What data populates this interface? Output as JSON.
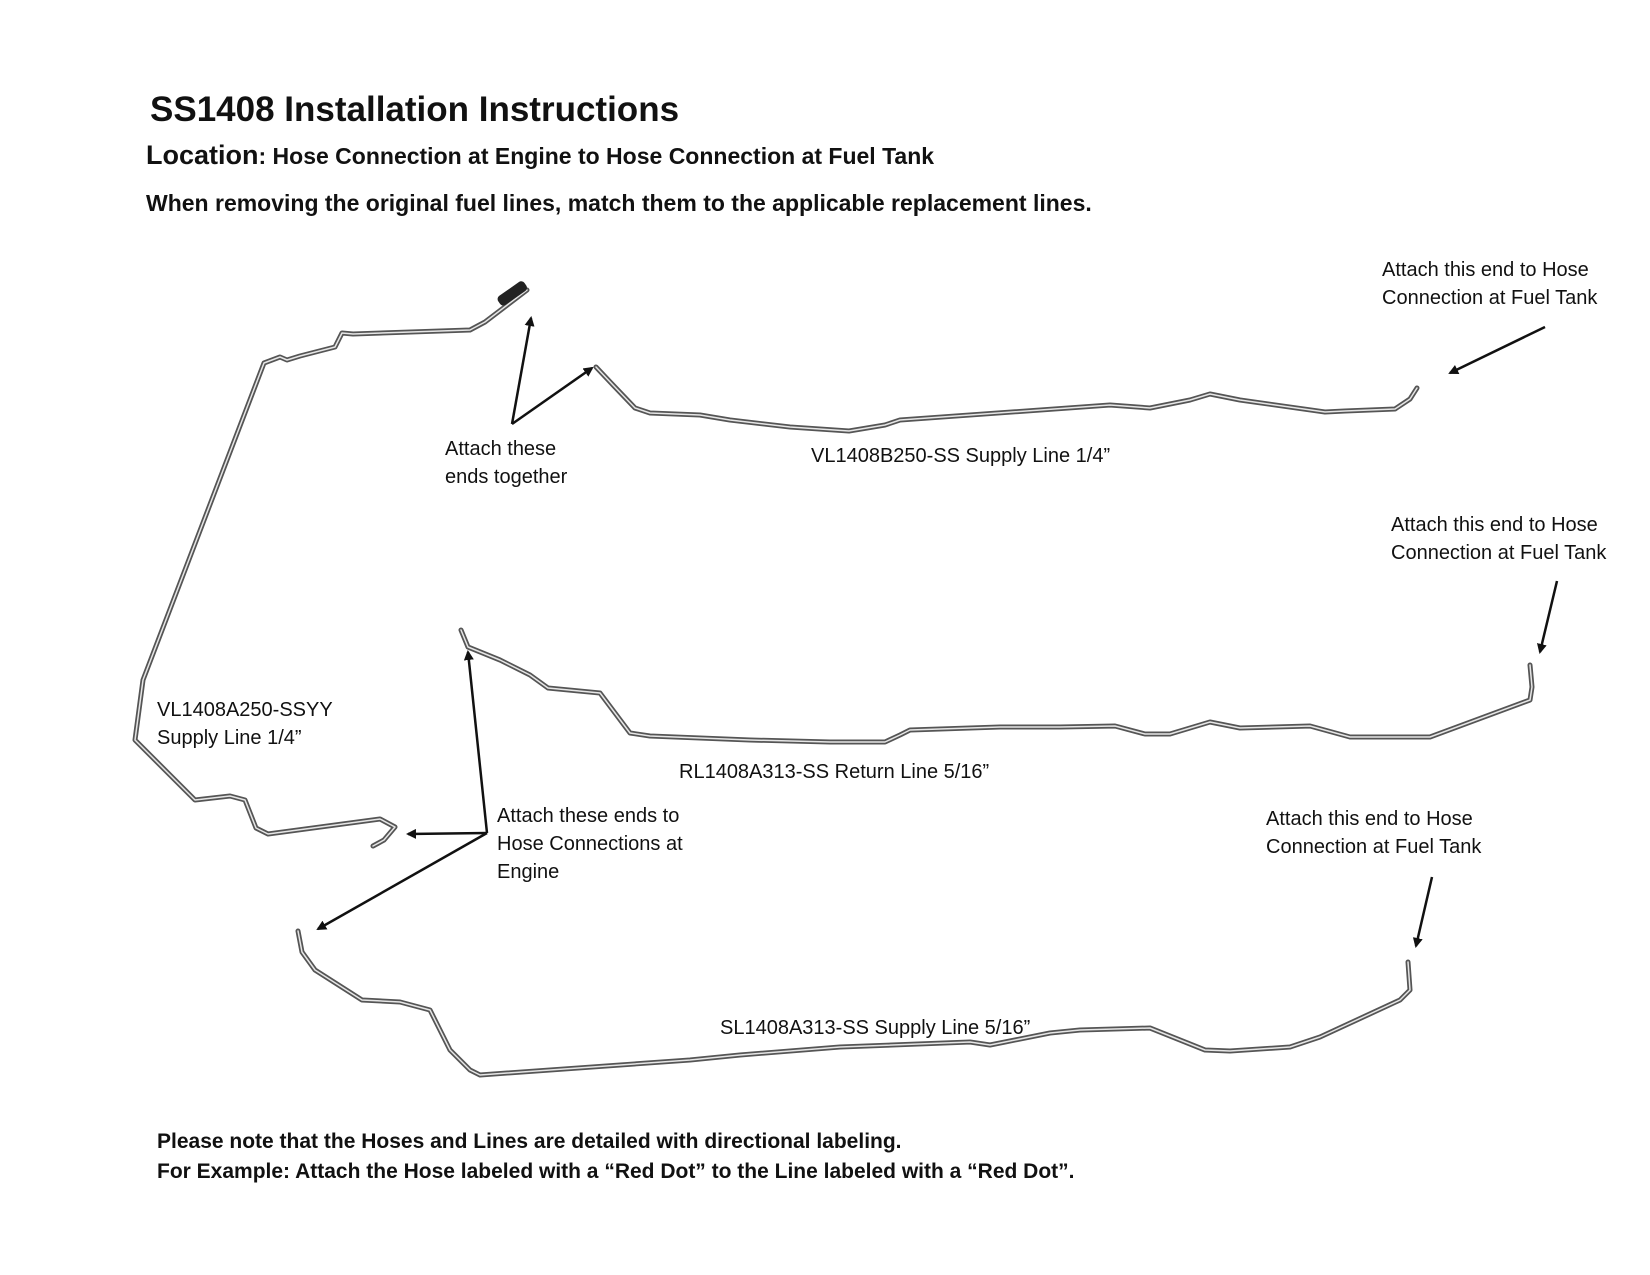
{
  "header": {
    "title": "SS1408 Installation Instructions",
    "location_label": "Location",
    "location_value": ": Hose Connection at Engine to Hose Connection at Fuel Tank",
    "instruction": "When removing the original fuel lines, match them to the applicable replacement lines."
  },
  "callouts": {
    "tank_top": [
      "Attach this end to Hose",
      "Connection at Fuel Tank"
    ],
    "tank_mid": [
      "Attach this end to Hose",
      "Connection at Fuel Tank"
    ],
    "tank_bottom": [
      "Attach this end to Hose",
      "Connection at Fuel Tank"
    ],
    "together": [
      "Attach these",
      "ends together"
    ],
    "engine": [
      "Attach these ends to",
      "Hose Connections at",
      "Engine"
    ]
  },
  "lines": {
    "vl_a": [
      "VL1408A250-SSYY",
      "Supply Line 1/4”"
    ],
    "vl_b": "VL1408B250-SS Supply Line 1/4”",
    "rl": "RL1408A313-SS Return Line 5/16”",
    "sl": "SL1408A313-SS Supply Line 5/16”"
  },
  "notes": {
    "line1": "Please note that the Hoses and Lines are detailed with directional labeling.",
    "line2": "For Example: Attach the Hose labeled with a “Red Dot” to the Line labeled with a “Red Dot”."
  }
}
